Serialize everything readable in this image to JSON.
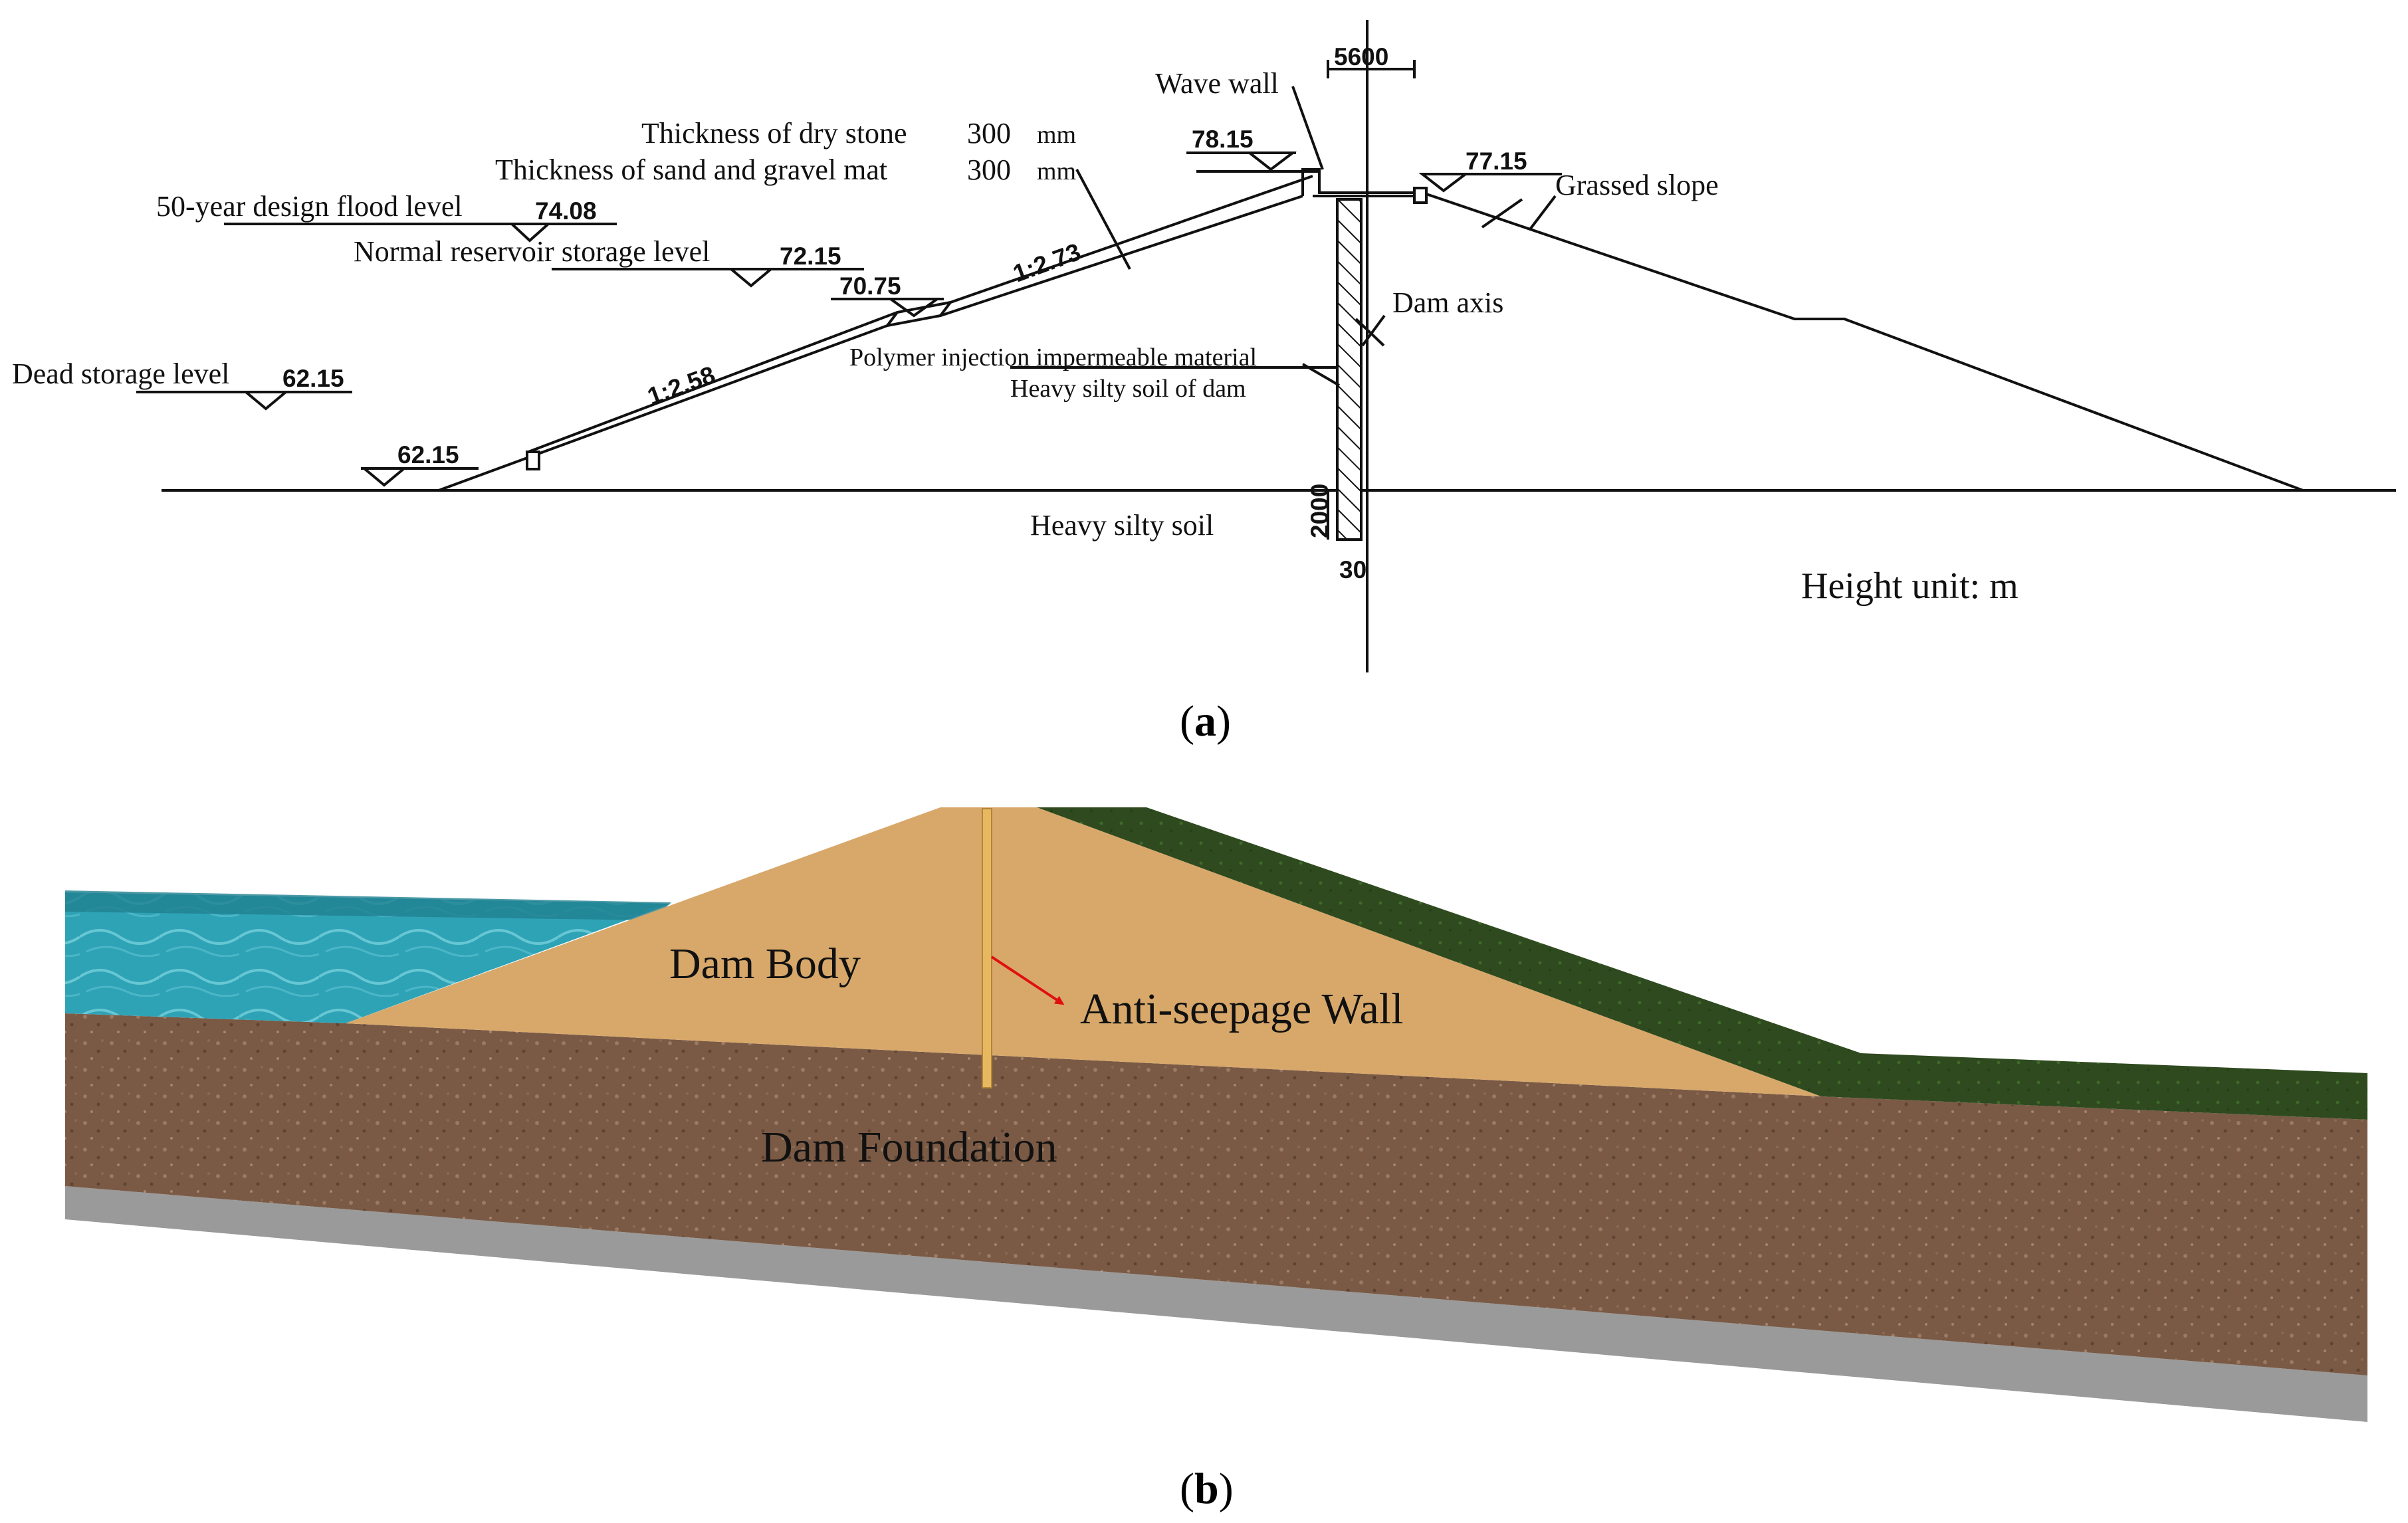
{
  "panel_a": {
    "labels": {
      "wave_wall": "Wave wall",
      "dim_5600": "5600",
      "dry_stone": "Thickness of dry stone",
      "dry_stone_val": "300",
      "dry_stone_unit": "mm",
      "sand_mat": "Thickness of sand and gravel mat",
      "sand_mat_val": "300",
      "sand_mat_unit": "mm",
      "flood_level": "50-year design flood level",
      "flood_level_val": "74.08",
      "normal_level": "Normal reservoir storage level",
      "normal_level_val": "72.15",
      "berm_elev": "70.75",
      "dead_level": "Dead storage level",
      "dead_level_val": "62.15",
      "toe_elev": "62.15",
      "crest_up": "78.15",
      "crest_down": "77.15",
      "grassed_slope": "Grassed slope",
      "dam_axis": "Dam axis",
      "slope_upper": "1:2.73",
      "slope_lower": "1:2.58",
      "polymer": "Polymer injection impermeable material",
      "heavy_dam": "Heavy silty soil of dam",
      "heavy_soil": "Heavy silty soil",
      "depth": "2000",
      "width": "30",
      "height_unit": "Height unit: m"
    },
    "caption": "a"
  },
  "panel_b": {
    "labels": {
      "dam_body": "Dam Body",
      "anti_seepage": "Anti-seepage Wall",
      "foundation": "Dam Foundation"
    },
    "caption": "b",
    "colors": {
      "water": "#2fa3b6",
      "dam_body": "#d8a86a",
      "foundation": "#7a5a45",
      "grass": "#2f4a1f",
      "bedrock": "#9a9a9a",
      "arrow": "#e01010"
    }
  }
}
